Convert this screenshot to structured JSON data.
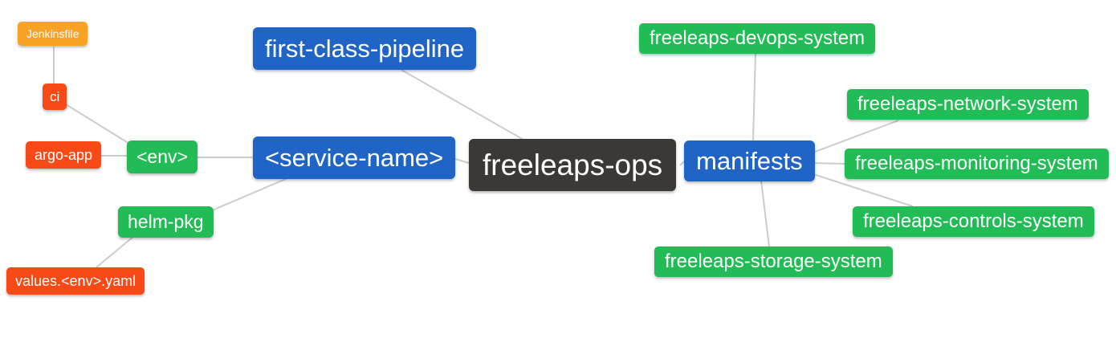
{
  "canvas": {
    "background": "#FFFFFF",
    "edge_color": "#CCCCCC"
  },
  "palette": {
    "root_dark": "#3B3835",
    "branch_blue": "#2064C6",
    "leaf_green": "#21BC55",
    "leaf_red": "#F84A16",
    "leaf_orange": "#F9A326",
    "node_text": "#FFFFFF"
  },
  "nodes": {
    "jenkinsfile": {
      "label": "Jenkinsfile",
      "color": "#F9A326"
    },
    "ci": {
      "label": "ci",
      "color": "#F84A16"
    },
    "argo_app": {
      "label": "argo-app",
      "color": "#F84A16"
    },
    "env": {
      "label": "<env>",
      "color": "#21BC55"
    },
    "helm_pkg": {
      "label": "helm-pkg",
      "color": "#21BC55"
    },
    "values_env_yaml": {
      "label": "values.<env>.yaml",
      "color": "#F84A16"
    },
    "first_class_pipeline": {
      "label": "first-class-pipeline",
      "color": "#2064C6"
    },
    "service_name": {
      "label": "<service-name>",
      "color": "#2064C6"
    },
    "freeleaps_ops": {
      "label": "freeleaps-ops",
      "color": "#3B3835"
    },
    "manifests": {
      "label": "manifests",
      "color": "#2064C6"
    },
    "devops_system": {
      "label": "freeleaps-devops-system",
      "color": "#21BC55"
    },
    "network_system": {
      "label": "freeleaps-network-system",
      "color": "#21BC55"
    },
    "monitoring_system": {
      "label": "freeleaps-monitoring-system",
      "color": "#21BC55"
    },
    "controls_system": {
      "label": "freeleaps-controls-system",
      "color": "#21BC55"
    },
    "storage_system": {
      "label": "freeleaps-storage-system",
      "color": "#21BC55"
    }
  },
  "edges": [
    {
      "from": "jenkinsfile",
      "to": "ci"
    },
    {
      "from": "ci",
      "to": "env"
    },
    {
      "from": "argo_app",
      "to": "env"
    },
    {
      "from": "env",
      "to": "service_name"
    },
    {
      "from": "helm_pkg",
      "to": "service_name"
    },
    {
      "from": "values_env_yaml",
      "to": "helm_pkg"
    },
    {
      "from": "service_name",
      "to": "freeleaps_ops"
    },
    {
      "from": "first_class_pipeline",
      "to": "freeleaps_ops"
    },
    {
      "from": "freeleaps_ops",
      "to": "manifests"
    },
    {
      "from": "manifests",
      "to": "devops_system"
    },
    {
      "from": "manifests",
      "to": "network_system"
    },
    {
      "from": "manifests",
      "to": "monitoring_system"
    },
    {
      "from": "manifests",
      "to": "controls_system"
    },
    {
      "from": "manifests",
      "to": "storage_system"
    }
  ]
}
